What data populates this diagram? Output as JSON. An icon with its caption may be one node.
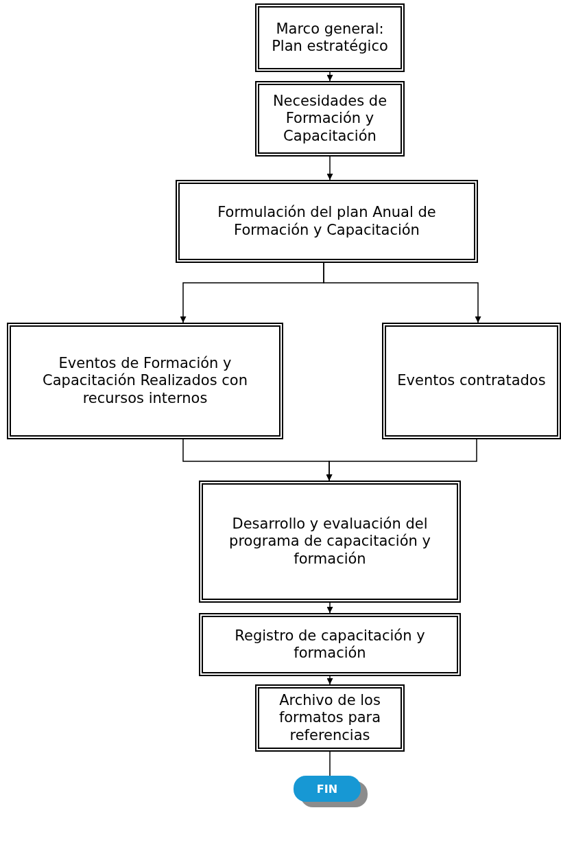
{
  "diagram": {
    "nodes": [
      {
        "text": [
          "Marco general: Plan estratégico"
        ]
      },
      {
        "text": [
          "Necesidades de Formación y Capacitación"
        ]
      },
      {
        "text": [
          "Formulación del plan Anual de Formación y Capacitación"
        ]
      },
      {
        "text": [
          "Eventos de Formación y Capacitación Realizados con recursos internos"
        ]
      },
      {
        "text": [
          "Eventos contratados"
        ]
      },
      {
        "text": [
          "Desarrollo y evaluación del programa de capacitación y formación"
        ]
      },
      {
        "text": [
          "Registro de capacitación y formación"
        ]
      },
      {
        "text": [
          "Archivo de los formatos para referencias"
        ]
      },
      {
        "text": [
          "FIN"
        ]
      }
    ],
    "edges": [
      {
        "from": 0,
        "to": 1,
        "arrow": "to"
      },
      {
        "from": 1,
        "to": 2,
        "arrow": "to"
      },
      {
        "from": 2,
        "to": 3,
        "arrow": "to"
      },
      {
        "from": 2,
        "to": 4,
        "arrow": "to"
      },
      {
        "from": 3,
        "to": 5,
        "arrow": "to"
      },
      {
        "from": 4,
        "to": 5,
        "arrow": "to"
      },
      {
        "from": 5,
        "to": 6,
        "arrow": "to"
      },
      {
        "from": 6,
        "to": 7,
        "arrow": "to"
      },
      {
        "from": 7,
        "to": 8,
        "arrow": "none"
      }
    ]
  }
}
